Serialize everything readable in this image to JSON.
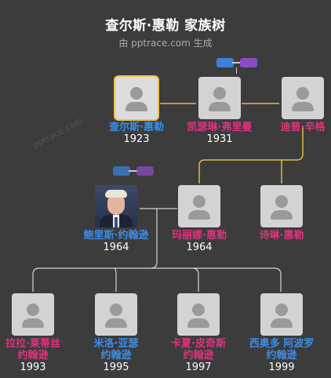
{
  "header": {
    "title": "查尔斯·惠勒 家族树",
    "subtitle": "由 pptrace.com 生成",
    "watermark": "pptrace.com"
  },
  "colors": {
    "background": "#3c3c3c",
    "male": "#3c8de8",
    "female": "#e2317f",
    "selected_border": "#e9c14d",
    "line_gold": "#e3b84a",
    "line_light": "#d6d6d6"
  },
  "people": {
    "charles": {
      "name": "查尔斯·惠勒",
      "year": "1923",
      "gender": "male"
    },
    "catherine": {
      "name": "凯瑟琳·弗里曼",
      "year": "1931",
      "gender": "female"
    },
    "dip": {
      "name": "迪普·辛格",
      "year": "",
      "gender": "female"
    },
    "boris": {
      "name": "鲍里斯·约翰逊",
      "year": "1964",
      "gender": "male"
    },
    "marina": {
      "name": "玛丽娜·惠勒",
      "year": "1964",
      "gender": "female"
    },
    "shirin": {
      "name": "诗琳·惠勒",
      "year": "",
      "gender": "female"
    },
    "lara": {
      "name": "拉拉·莱蒂丝",
      "name2": "约翰逊",
      "year": "1993",
      "gender": "female"
    },
    "milo": {
      "name": "米洛·亚瑟",
      "name2": "约翰逊",
      "year": "1995",
      "gender": "male"
    },
    "cassia": {
      "name": "卡夏·皮奇斯",
      "name2": "约翰逊",
      "year": "1997",
      "gender": "female"
    },
    "theodore": {
      "name": "西奥多 阿波罗",
      "name2": "约翰逊",
      "year": "1999",
      "gender": "male"
    }
  }
}
